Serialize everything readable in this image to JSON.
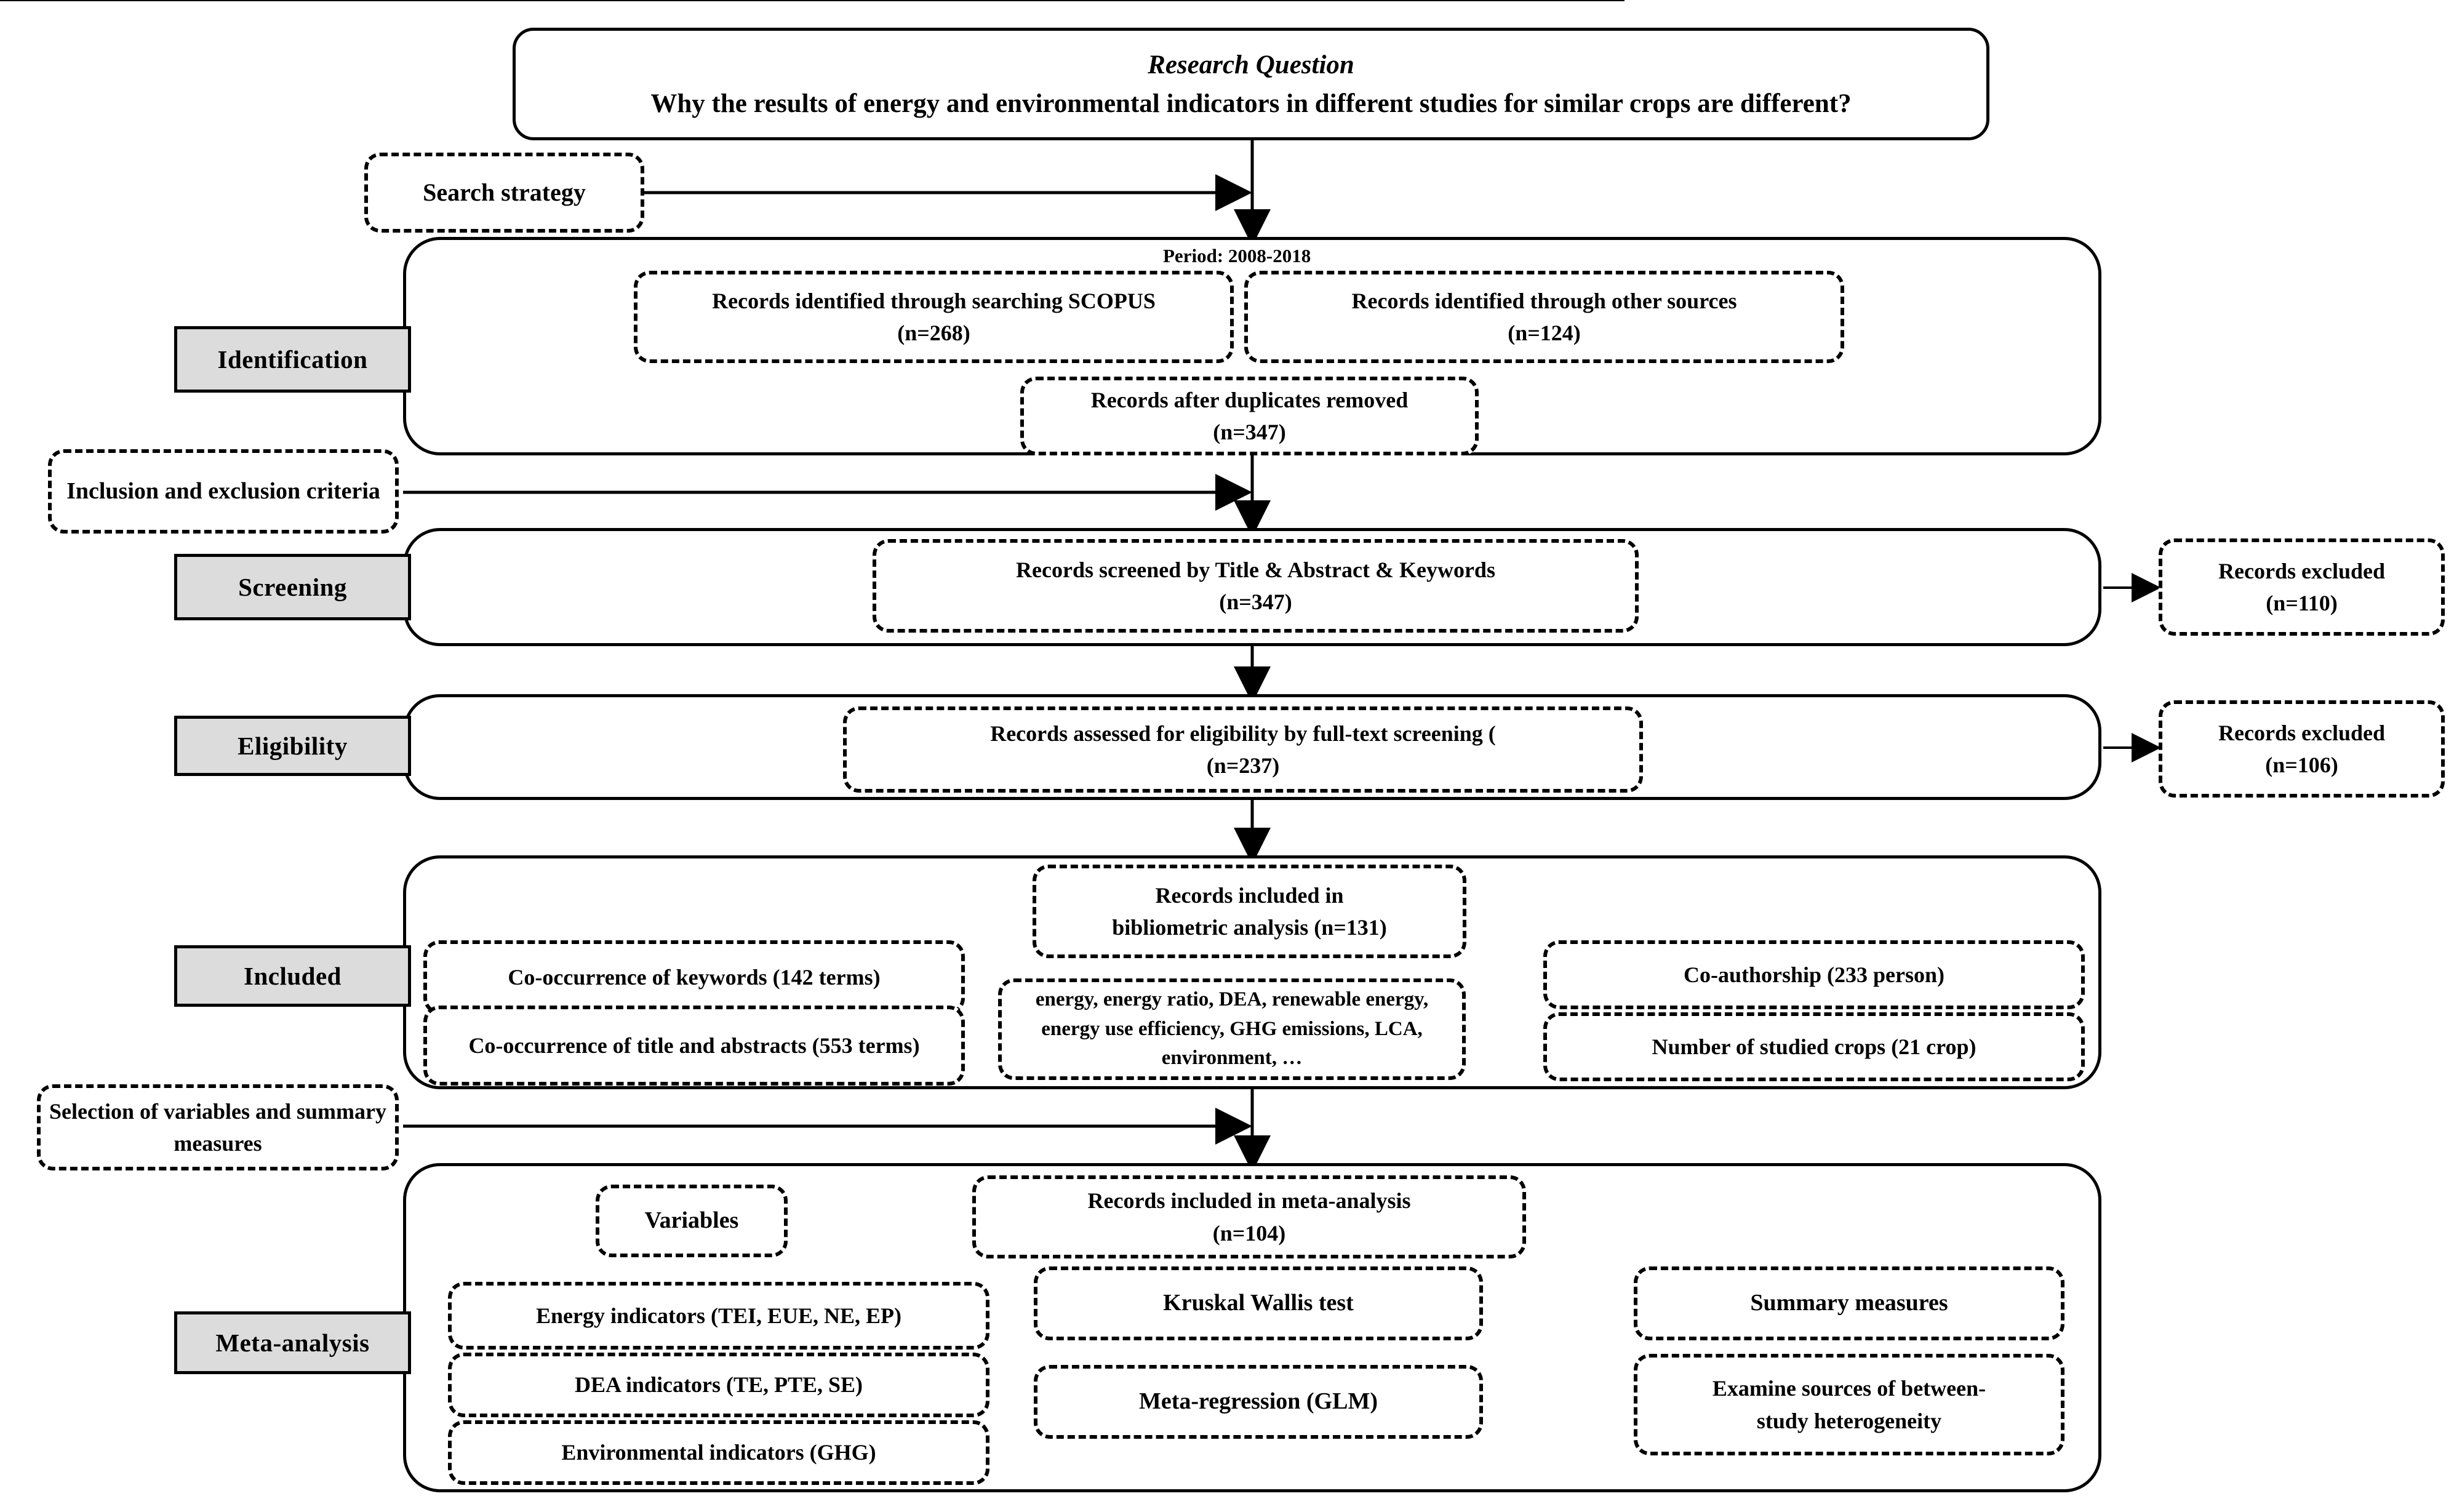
{
  "diagram": {
    "title": "PRISMA flow diagram of the systematic review and meta-analysis",
    "research_question": {
      "heading": "Research Question",
      "question": "Why the results of energy and environmental indicators in different studies for similar  crops are different?"
    },
    "side_notes": [
      {
        "id": "search-strategy",
        "label": "Search strategy"
      },
      {
        "id": "inclusion-exclusion",
        "label": "Inclusion and exclusion criteria"
      },
      {
        "id": "selection-variables",
        "label": "Selection of variables and summary measures"
      }
    ],
    "stages": [
      {
        "id": "identification",
        "label": "Identification",
        "caption": "Period: 2008-2018",
        "boxes": [
          {
            "id": "scopus",
            "line1": "Records identified  through searching SCOPUS",
            "line2": "(n=268)",
            "n": 268
          },
          {
            "id": "other-sources",
            "line1": "Records identified  through other sources",
            "line2": "(n=124)",
            "n": 124
          },
          {
            "id": "after-duplicates",
            "line1": "Records after duplicates removed",
            "line2": "(n=347)",
            "n": 347
          }
        ]
      },
      {
        "id": "screening",
        "label": "Screening",
        "boxes": [
          {
            "id": "screened",
            "line1": "Records screened by Title & Abstract & Keywords",
            "line2": "(n=347)",
            "n": 347
          }
        ],
        "excluded": {
          "id": "screening-excluded",
          "line1": "Records excluded",
          "line2": "(n=110)",
          "n": 110
        }
      },
      {
        "id": "eligibility",
        "label": "Eligibility",
        "boxes": [
          {
            "id": "assessed",
            "line1": "Records assessed for eligibility  by full-text screening (",
            "line2": "(n=237)",
            "n": 237
          }
        ],
        "excluded": {
          "id": "eligibility-excluded",
          "line1": "Records excluded",
          "line2": "(n=106)",
          "n": 106
        }
      },
      {
        "id": "included",
        "label": "Included",
        "boxes": [
          {
            "id": "bibliometric",
            "line1": "Records included in",
            "line2": "bibliometric analysis (n=131)",
            "n": 131
          },
          {
            "id": "keywords-co-occurrence",
            "text": "Co-occurrence of keywords (142 terms)"
          },
          {
            "id": "title-abstract-co-occurrence",
            "text": "Co-occurrence of title and abstracts (553 terms)"
          },
          {
            "id": "terms-list",
            "text": "energy, energy ratio, DEA, renewable energy, energy use efficiency, GHG emissions, LCA, environment, …"
          },
          {
            "id": "co-authorship",
            "text": "Co-authorship  (233 person)"
          },
          {
            "id": "studied-crops",
            "text": "Number of studied crops (21 crop)"
          }
        ]
      },
      {
        "id": "meta-analysis",
        "label": "Meta-analysis",
        "boxes": [
          {
            "id": "meta-included",
            "line1": "Records included in meta-analysis",
            "line2": "(n=104)",
            "n": 104
          },
          {
            "id": "variables",
            "text": "Variables"
          },
          {
            "id": "energy-indicators",
            "text": "Energy indicators (TEI, EUE, NE, EP)"
          },
          {
            "id": "dea-indicators",
            "text": "DEA indicators (TE, PTE, SE)"
          },
          {
            "id": "environmental-indicators",
            "text": "Environmental indicators (GHG)"
          },
          {
            "id": "kruskal-wallis",
            "text": "Kruskal Wallis  test"
          },
          {
            "id": "summary-measures",
            "text": "Summary measures"
          },
          {
            "id": "meta-regression",
            "text": "Meta-regression (GLM)"
          },
          {
            "id": "between-study-heterogeneity",
            "line1": "Examine sources of between-",
            "line2": "study heterogeneity"
          }
        ]
      }
    ],
    "colors": {
      "line": "#000000",
      "stage_label_fill": "#dcdcdc",
      "background": "#ffffff"
    }
  }
}
